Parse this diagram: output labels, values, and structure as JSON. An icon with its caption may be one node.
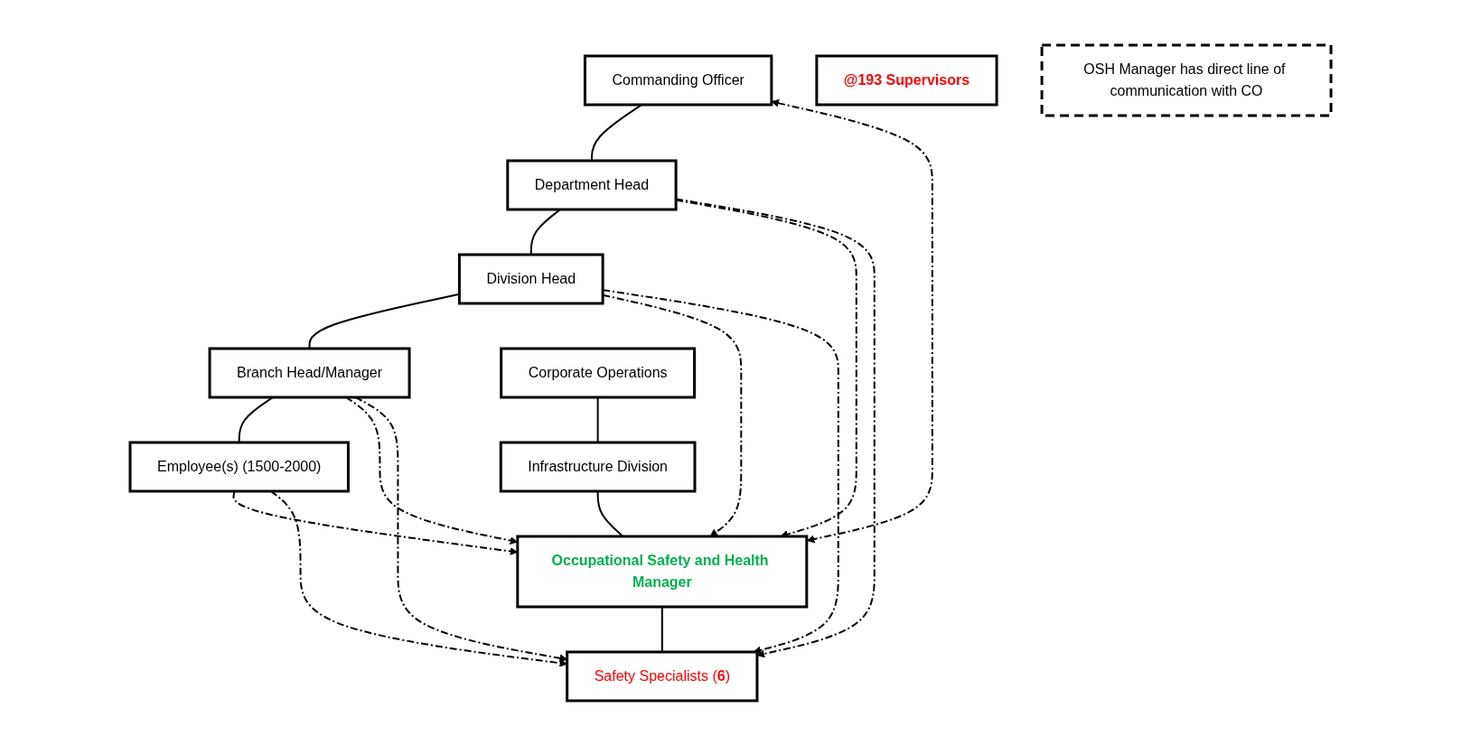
{
  "diagram": {
    "nodes": [
      {
        "text": [
          "Commanding Officer"
        ]
      },
      {
        "text": [
          "Department Head"
        ]
      },
      {
        "text": [
          "Division Head"
        ]
      },
      {
        "text": [
          "Branch Head/Manager"
        ]
      },
      {
        "text": [
          "Employee(s) (1500-2000)"
        ]
      },
      {
        "text": [
          "@193 Supervisors"
        ]
      },
      {
        "text": [
          "Corporate Operations"
        ]
      },
      {
        "text": [
          "Infrastructure Division"
        ]
      },
      {
        "text": [
          "Occupational Safety and Health Manager"
        ]
      },
      {
        "text": [
          "Safety Specialists (**6**)"
        ]
      },
      {
        "text": [
          "OSH Manager has direct line of communication with CO"
        ]
      }
    ],
    "edges": [
      {
        "from": 0,
        "to": 1,
        "arrow": "none"
      },
      {
        "from": 1,
        "to": 2,
        "arrow": "none"
      },
      {
        "from": 2,
        "to": 3,
        "arrow": "none"
      },
      {
        "from": 3,
        "to": 4,
        "arrow": "none"
      },
      {
        "from": 6,
        "to": 7,
        "arrow": "none"
      },
      {
        "from": 7,
        "to": 8,
        "arrow": "none"
      },
      {
        "from": 8,
        "to": 9,
        "arrow": "none"
      },
      {
        "from": 8,
        "to": 0,
        "arrow": "both",
        "style": "dashed"
      },
      {
        "from": 1,
        "to": 8,
        "arrow": "to",
        "style": "dashed"
      },
      {
        "from": 1,
        "to": 9,
        "arrow": "to",
        "style": "dashed"
      },
      {
        "from": 2,
        "to": 8,
        "arrow": "to",
        "style": "dashed"
      },
      {
        "from": 2,
        "to": 9,
        "arrow": "to",
        "style": "dashed"
      },
      {
        "from": 3,
        "to": 8,
        "arrow": "to",
        "style": "dashed"
      },
      {
        "from": 3,
        "to": 9,
        "arrow": "to",
        "style": "dashed"
      },
      {
        "from": 4,
        "to": 8,
        "arrow": "to",
        "style": "dashed"
      },
      {
        "from": 4,
        "to": 9,
        "arrow": "to",
        "style": "dashed"
      }
    ]
  }
}
